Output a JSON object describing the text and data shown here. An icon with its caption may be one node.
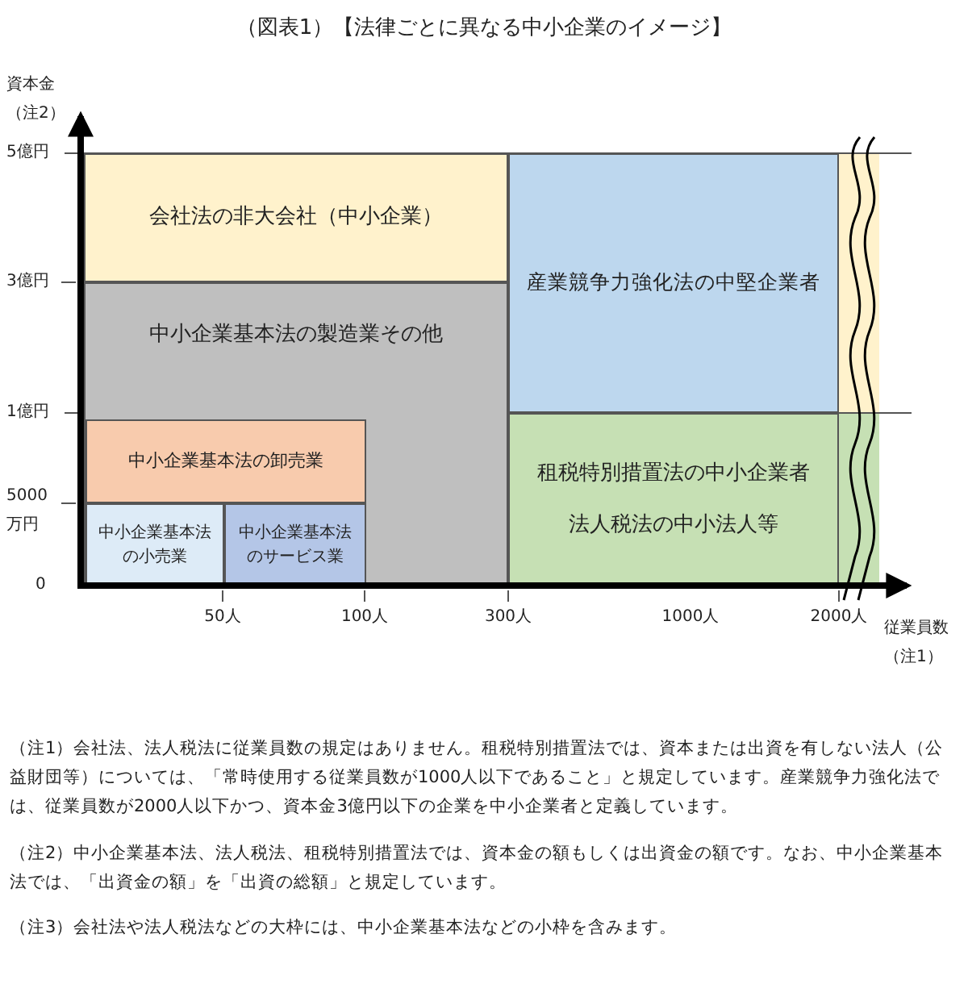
{
  "diagram": {
    "title": "（図表1）【法律ごとに異なる中小企業のイメージ】",
    "nodes": [
      {
        "text": [
          "会社法の非大会社（中小企業）"
        ]
      },
      {
        "text": [
          "中小企業基本法の製造業その他"
        ]
      },
      {
        "text": [
          "産業競争力強化法の中堅企業者"
        ]
      },
      {
        "text": [
          "中小企業基本法の卸売業"
        ],
        "in": 1
      },
      {
        "text": [
          "租税特別措置法の中小企業者",
          "法人税法の中小法人等"
        ]
      },
      {
        "text": [
          "中小企業基本法の小売業"
        ],
        "in": 1
      },
      {
        "text": [
          "中小企業基本法のサービス業"
        ],
        "in": 1
      }
    ],
    "labels": [
      "資本金（注2）",
      "5億円",
      "3億円",
      "1億円",
      "5000万円",
      "0",
      "50人",
      "100人",
      "300人",
      "1000人",
      "2000人",
      "従業員数（注1）",
      "（注1）会社法、法人税法に従業員数の規定はありません。租税特別措置法では、資本または出資を有しない法人（公益財団等）については、「常時使用する従業員数が1000人以下であること」と規定しています。産業競争力強化法では、従業員数が2000人以下かつ、資本金3億円以下の企業を中小企業者と定義しています。",
      "（注2）中小企業基本法、法人税法、租税特別措置法では、資本金の額もしくは出資金の額です。なお、中小企業基本法では、「出資金の額」を「出資の総額」と規定しています。",
      "（注3）会社法や法人税法などの大枠には、中小企業基本法などの小枠を含みます。"
    ]
  }
}
